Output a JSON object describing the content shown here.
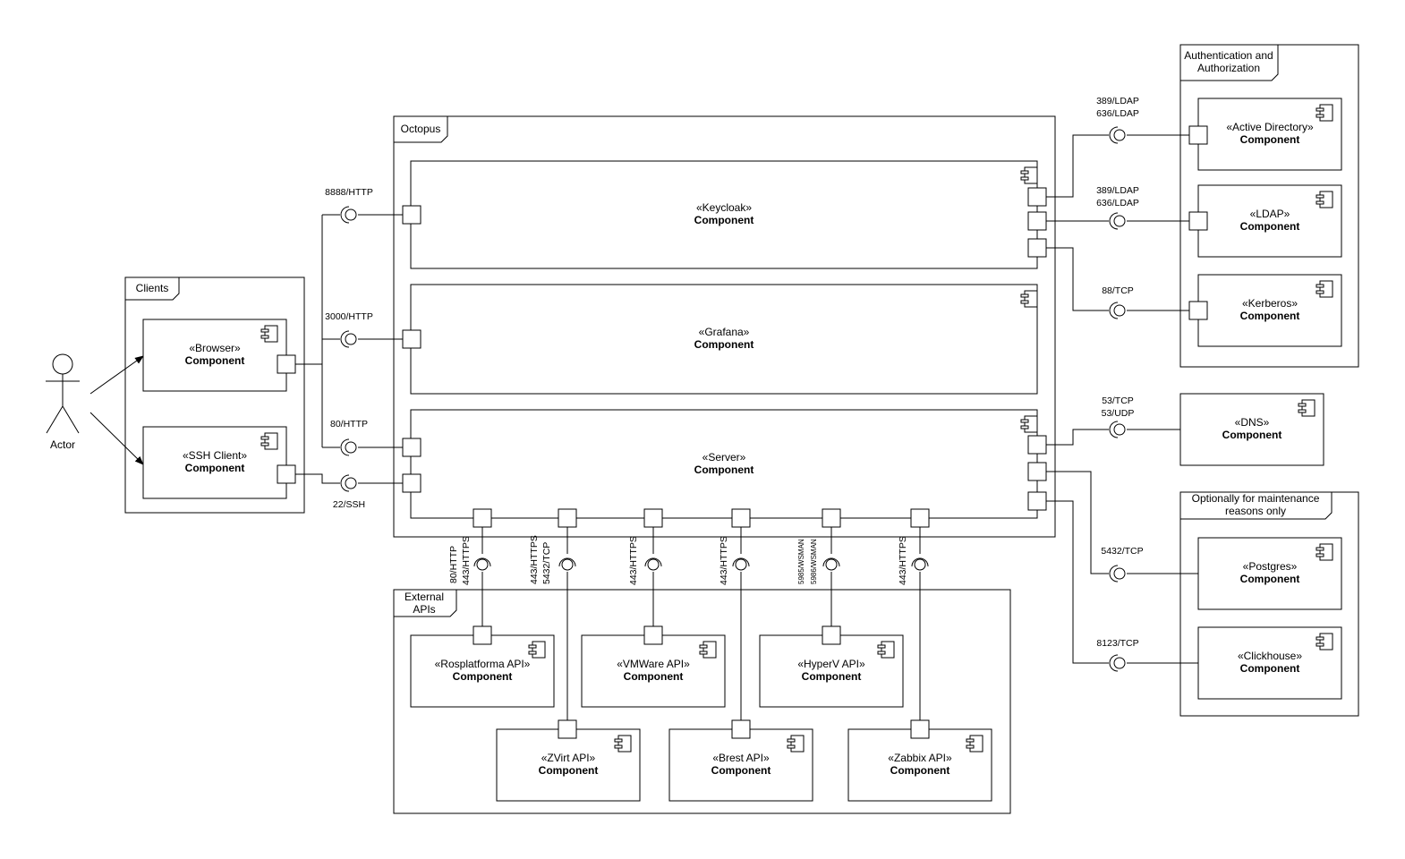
{
  "actor": {
    "label": "Actor"
  },
  "frames": {
    "clients": "Clients",
    "octopus": "Octopus",
    "auth": [
      "Authentication and",
      "Authorization"
    ],
    "external": [
      "External",
      "APIs"
    ],
    "optional": [
      "Optionally for maintenance",
      "reasons only"
    ]
  },
  "components": {
    "keycloak": {
      "stereo": "«Keycloak»",
      "kind": "Component"
    },
    "grafana": {
      "stereo": "«Grafana»",
      "kind": "Component"
    },
    "server": {
      "stereo": "«Server»",
      "kind": "Component"
    },
    "browser": {
      "stereo": "«Browser»",
      "kind": "Component"
    },
    "ssh": {
      "stereo": "«SSH Client»",
      "kind": "Component"
    },
    "ad": {
      "stereo": "«Active Directory»",
      "kind": "Component"
    },
    "ldap": {
      "stereo": "«LDAP»",
      "kind": "Component"
    },
    "kerberos": {
      "stereo": "«Kerberos»",
      "kind": "Component"
    },
    "dns": {
      "stereo": "«DNS»",
      "kind": "Component"
    },
    "postgres": {
      "stereo": "«Postgres»",
      "kind": "Component"
    },
    "clickhouse": {
      "stereo": "«Clickhouse»",
      "kind": "Component"
    },
    "rosplatforma": {
      "stereo": "«Rosplatforma API»",
      "kind": "Component"
    },
    "vmware": {
      "stereo": "«VMWare API»",
      "kind": "Component"
    },
    "hyperv": {
      "stereo": "«HyperV API»",
      "kind": "Component"
    },
    "zvirt": {
      "stereo": "«ZVirt API»",
      "kind": "Component"
    },
    "brest": {
      "stereo": "«Brest API»",
      "kind": "Component"
    },
    "zabbix": {
      "stereo": "«Zabbix API»",
      "kind": "Component"
    }
  },
  "ports": {
    "p8888": "8888/HTTP",
    "p3000": "3000/HTTP",
    "p80": "80/HTTP",
    "p22": "22/SSH",
    "ad_ldap": "389/LDAP",
    "ad_ldaps": "636/LDAP",
    "ldap_ldap": "389/LDAP",
    "ldap_ldaps": "636/LDAP",
    "kerberos": "88/TCP",
    "dns_tcp": "53/TCP",
    "dns_udp": "53/UDP",
    "postgres": "5432/TCP",
    "clickhouse": "8123/TCP",
    "ros_http": "80/HTTP",
    "ros_https": "443/HTTPS",
    "zvirt_https": "443/HTTPS",
    "zvirt_tcp": "5432/TCP",
    "vmware_https": "443/HTTPS",
    "brest_https": "443/HTTPS",
    "hyperv_wsman1": "5985/WSMAN",
    "hyperv_wsman2": "5986/WSMAN",
    "zabbix_https": "443/HTTPS"
  }
}
